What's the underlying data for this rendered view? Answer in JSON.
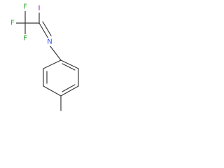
{
  "molecule": {
    "atoms": {
      "iodine": {
        "symbol": "I",
        "color": "#9400d3"
      },
      "nitrogen": {
        "symbol": "N",
        "color": "#3050f8"
      },
      "fluorine_top": {
        "symbol": "F",
        "color": "#2ea62e"
      },
      "fluorine_left": {
        "symbol": "F",
        "color": "#2ea62e"
      },
      "fluorine_bottom": {
        "symbol": "F",
        "color": "#2ea62e"
      }
    },
    "bond_color": "#3a3a3a"
  }
}
